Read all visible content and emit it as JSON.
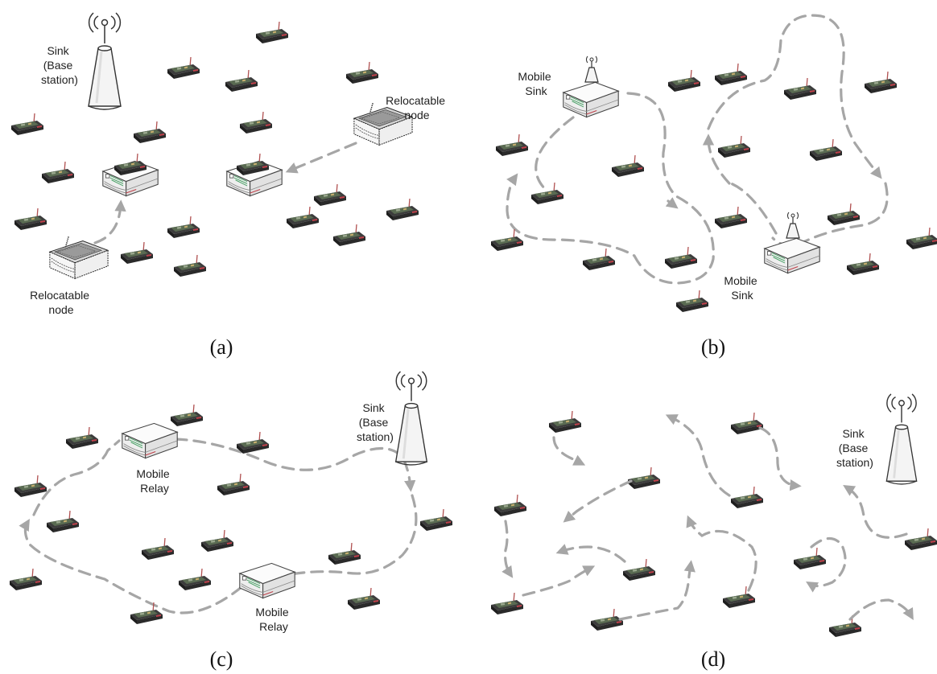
{
  "panels": [
    {
      "id": "a",
      "caption": "(a)",
      "labels": {
        "sink": [
          "Sink",
          "(Base",
          "station)"
        ],
        "relocatable_1": [
          "Relocatable",
          "node"
        ],
        "relocatable_2": [
          "Relocatable",
          "node"
        ]
      }
    },
    {
      "id": "b",
      "caption": "(b)",
      "labels": {
        "mobile_sink_1": [
          "Mobile",
          "Sink"
        ],
        "mobile_sink_2": [
          "Mobile",
          "Sink"
        ]
      }
    },
    {
      "id": "c",
      "caption": "(c)",
      "labels": {
        "mobile_relay_1": [
          "Mobile",
          "Relay"
        ],
        "mobile_relay_2": [
          "Mobile",
          "Relay"
        ],
        "sink": [
          "Sink",
          "(Base",
          "station)"
        ]
      }
    },
    {
      "id": "d",
      "caption": "(d)",
      "labels": {
        "sink": [
          "Sink",
          "(Base",
          "station)"
        ]
      }
    }
  ],
  "icons": {
    "sensor": "sensor-node-icon",
    "tower": "base-station-tower-icon",
    "box": "mobile-box-icon",
    "relocatable": "relocatable-node-icon"
  },
  "colors": {
    "path": "#a6a6a6",
    "sensor_body": "#2b2b2b",
    "sensor_board": "#5a6b52"
  }
}
